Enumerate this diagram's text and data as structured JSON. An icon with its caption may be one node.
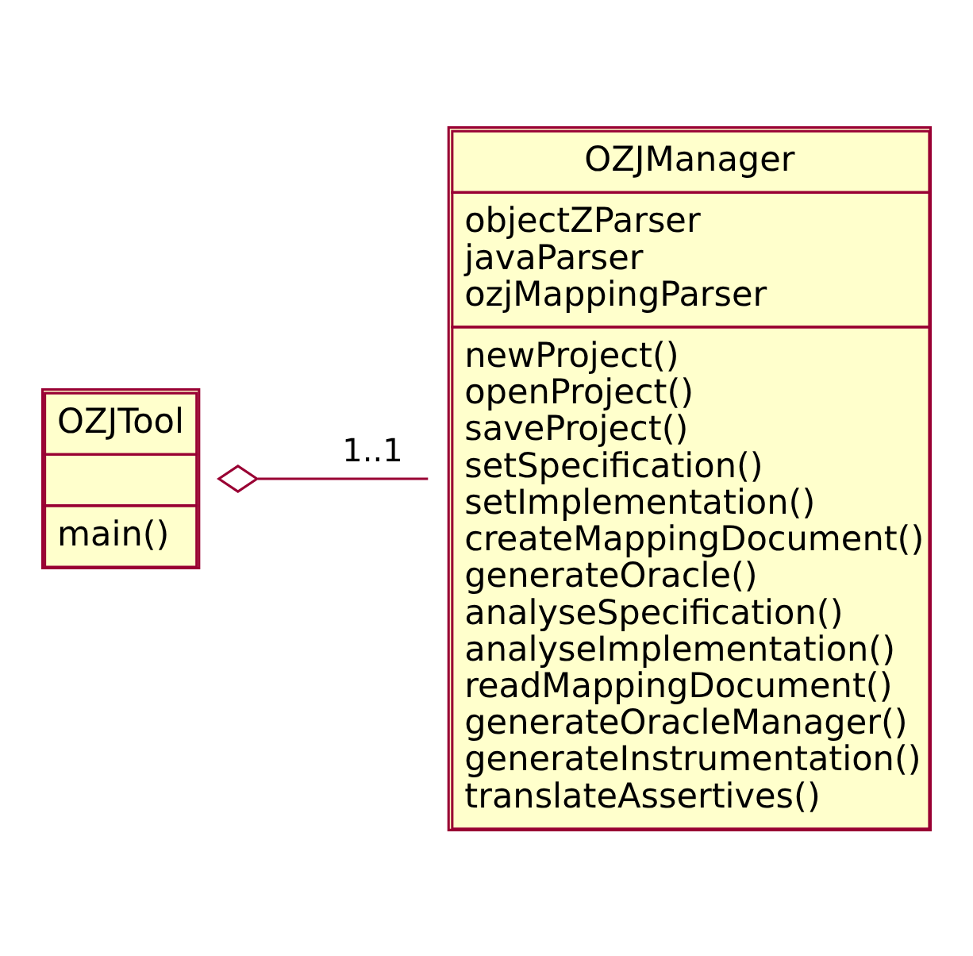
{
  "diagram": {
    "nodes": [
      {
        "text": [
          "OZJTool",
          "main()"
        ]
      },
      {
        "text": [
          "OZJManager",
          "objectZParser javaParser ozjMappingParser",
          "newProject() openProject() saveProject() setSpecification() setImplementation() createMappingDocument() generateOracle() analyseSpecification() analyseImplementation() readMappingDocument() generateOracleManager() generateInstrumentation() translateAssertives()"
        ]
      }
    ],
    "edges": [
      {
        "from": 0,
        "to": 1,
        "arrow": "other",
        "label": "1..1"
      }
    ]
  }
}
